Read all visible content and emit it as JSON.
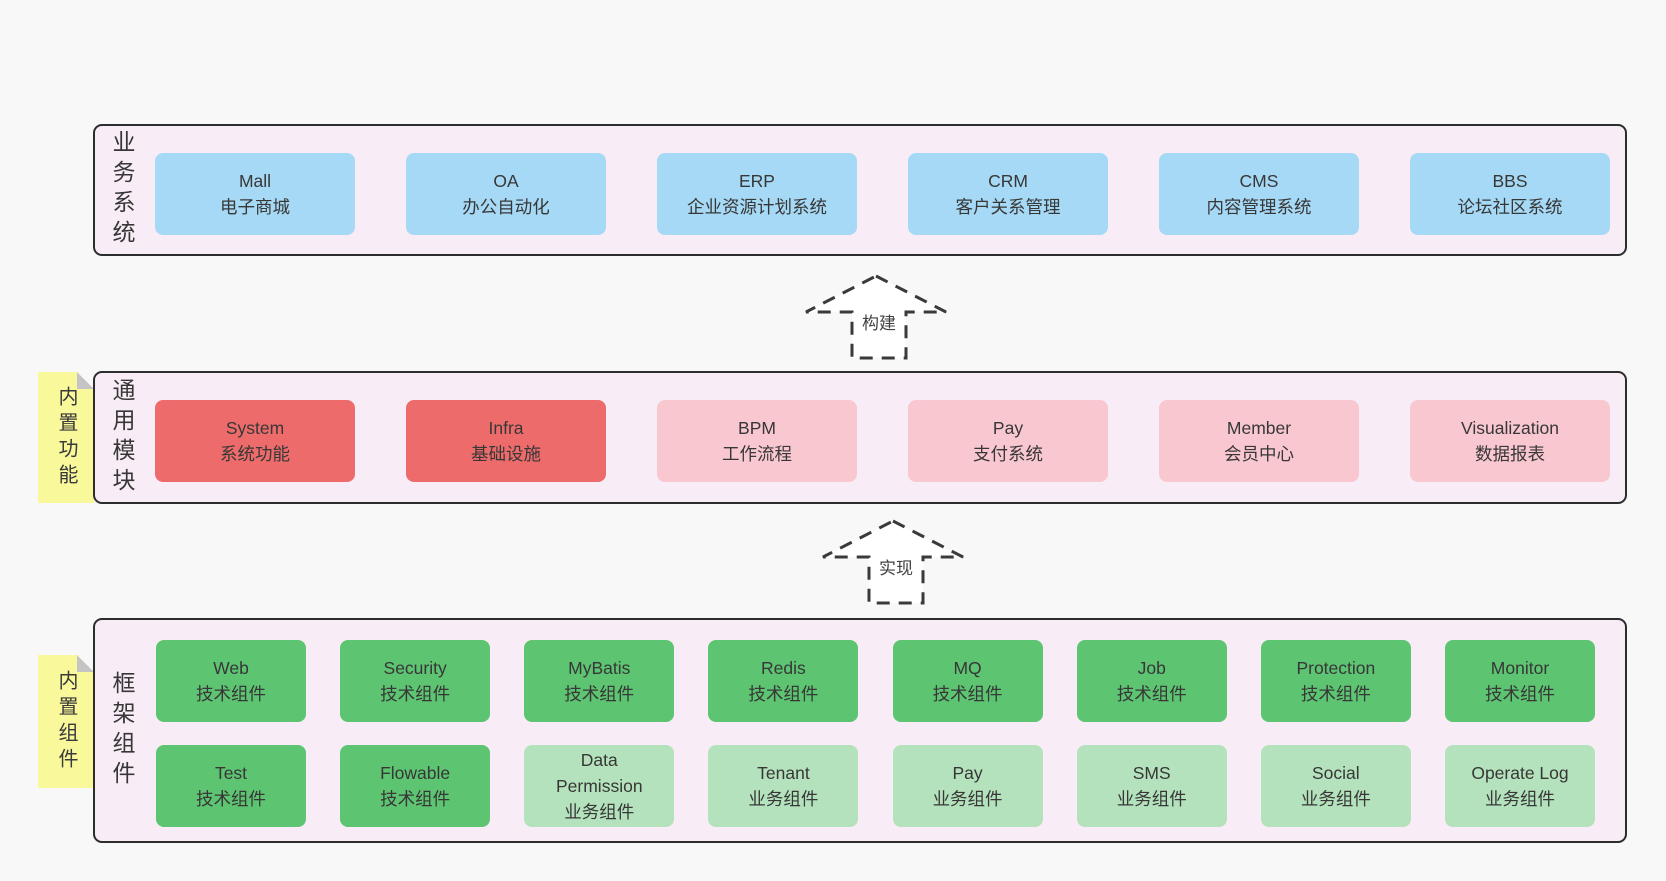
{
  "colors": {
    "page_bg": "#f8f8f8",
    "band_bg": "#f8edf6",
    "band_border": "#2d2d2d",
    "blue_box": "#a6d9f5",
    "red_box": "#ee6b6b",
    "pink_box": "#f9c7d0",
    "green_box": "#5dc472",
    "light_green_box": "#b4e2bc",
    "note_bg": "#f9f99c",
    "note_fold": "#c4c4c6",
    "text": "#373737"
  },
  "bands": {
    "business": {
      "label": "业务系统",
      "boxes": [
        {
          "name": "Mall",
          "desc": "电子商城"
        },
        {
          "name": "OA",
          "desc": "办公自动化"
        },
        {
          "name": "ERP",
          "desc": "企业资源计划系统"
        },
        {
          "name": "CRM",
          "desc": "客户关系管理"
        },
        {
          "name": "CMS",
          "desc": "内容管理系统"
        },
        {
          "name": "BBS",
          "desc": "论坛社区系统"
        }
      ]
    },
    "modules": {
      "label": "通用模块",
      "note": "内置功能",
      "boxes": [
        {
          "name": "System",
          "desc": "系统功能"
        },
        {
          "name": "Infra",
          "desc": "基础设施"
        },
        {
          "name": "BPM",
          "desc": "工作流程"
        },
        {
          "name": "Pay",
          "desc": "支付系统"
        },
        {
          "name": "Member",
          "desc": "会员中心"
        },
        {
          "name": "Visualization",
          "desc": "数据报表"
        }
      ]
    },
    "components": {
      "label": "框架组件",
      "note": "内置组件",
      "row1": [
        {
          "name": "Web",
          "desc": "技术组件"
        },
        {
          "name": "Security",
          "desc": "技术组件"
        },
        {
          "name": "MyBatis",
          "desc": "技术组件"
        },
        {
          "name": "Redis",
          "desc": "技术组件"
        },
        {
          "name": "MQ",
          "desc": "技术组件"
        },
        {
          "name": "Job",
          "desc": "技术组件"
        },
        {
          "name": "Protection",
          "desc": "技术组件"
        },
        {
          "name": "Monitor",
          "desc": "技术组件"
        }
      ],
      "row2": [
        {
          "name": "Test",
          "desc": "技术组件"
        },
        {
          "name": "Flowable",
          "desc": "技术组件"
        },
        {
          "name": "Data Permission",
          "desc": "业务组件"
        },
        {
          "name": "Tenant",
          "desc": "业务组件"
        },
        {
          "name": "Pay",
          "desc": "业务组件"
        },
        {
          "name": "SMS",
          "desc": "业务组件"
        },
        {
          "name": "Social",
          "desc": "业务组件"
        },
        {
          "name": "Operate Log",
          "desc": "业务组件"
        }
      ]
    }
  },
  "arrows": {
    "build": "构建",
    "implement": "实现"
  }
}
